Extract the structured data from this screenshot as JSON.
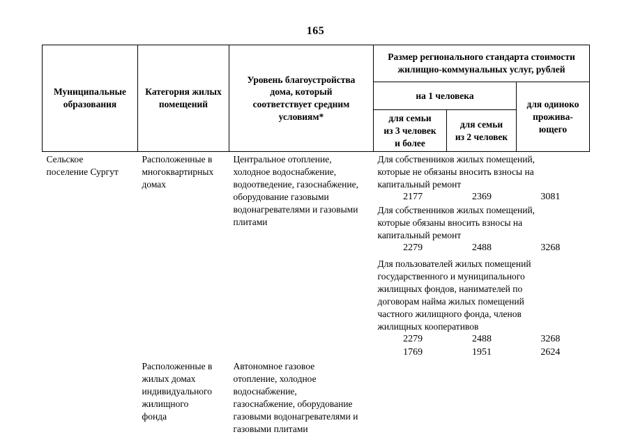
{
  "page": {
    "number": "165"
  },
  "table": {
    "headers": {
      "municipalities": "Муниципальные\nобразования",
      "category": "Категория жилых\nпомещений",
      "level": "Уровень благоустройства\nдома, который\nсоответствует средним\nусловиям*",
      "standard_size": "Размер регионального стандарта стоимости\nжилищно-коммунальных услуг, рублей",
      "per_person": "на 1 человека",
      "family_3": "для семьи\nиз 3 человек\nи более",
      "family_2": "для семьи\nиз 2 человек",
      "single": "для одиноко\nпрожива-\nющего"
    },
    "rows": [
      {
        "municipality": "Сельское\nпоселение Сургут",
        "category": "Расположенные в\nмногоквартирных\nдомах",
        "level": "Центральное отопление,\nхолодное водоснабжение,\nводоотведение, газоснабжение,\nоборудование газовыми\nводонагревателями и газовыми\nплитами",
        "amount_groups": [
          {
            "note": "Для собственников жилых помещений,\nкоторые не обязаны вносить взносы на\nкапитальный ремонт",
            "values": [
              "2177",
              "2369",
              "3081"
            ]
          },
          {
            "note": "Для собственников  жилых помещений,\nкоторые обязаны вносить взносы на\nкапитальный ремонт",
            "values": [
              "2279",
              "2488",
              "3268"
            ]
          },
          {
            "note": "Для пользователей жилых помещений\nгосударственного и муниципального\nжилищных фондов, нанимателей по\nдоговорам найма жилых помещений\nчастного жилищного фонда, членов\nжилищных кооперативов",
            "values": [
              "2279",
              "2488",
              "3268"
            ]
          }
        ]
      },
      {
        "municipality": "",
        "category": "Расположенные в\nжилых домах\nиндивидуального\nжилищного\nфонда",
        "level": "Автономное газовое\nотопление, холодное\nводоснабжение,\nгазоснабжение, оборудование\nгазовыми водонагревателями и\nгазовыми плитами",
        "amount_groups": [
          {
            "note": "",
            "values": [
              "1769",
              "1951",
              "2624"
            ]
          }
        ]
      }
    ]
  }
}
